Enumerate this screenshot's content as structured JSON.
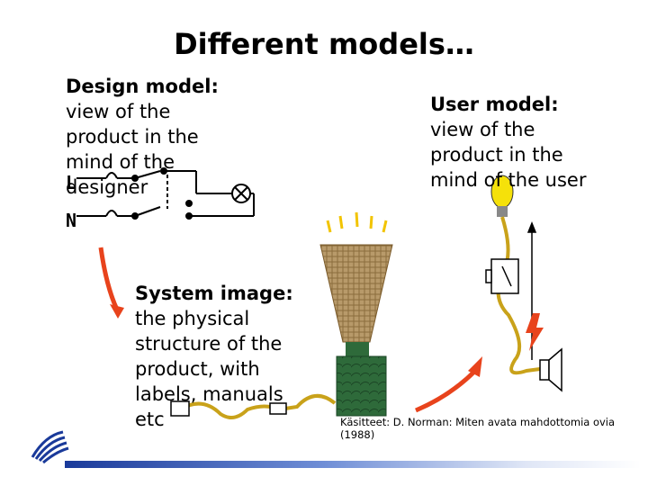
{
  "slide": {
    "title": "Different models…",
    "design_model": {
      "heading": "Design model:",
      "lines": [
        "view of the",
        "product in the",
        "mind of the",
        "designer"
      ]
    },
    "user_model": {
      "heading": "User model:",
      "lines": [
        "view of the",
        "product in the",
        "mind of the user"
      ]
    },
    "system_image": {
      "heading": "System image:",
      "lines": [
        "the physical",
        "structure of the",
        "product, with",
        "labels, manuals",
        "etc"
      ]
    },
    "circuit_labels": {
      "l": "L",
      "n": "N"
    },
    "credit": "Käsitteet: D. Norman: Miten avata mahdottomia ovia (1988)"
  },
  "icons": [
    "circuit-diagram-icon",
    "lamp-icon",
    "switch-icon",
    "speaker-icon",
    "lightning-icon",
    "arrow-icon",
    "logo-icon"
  ],
  "colors": {
    "arrow": "#e8431c",
    "cable": "#c9a21a",
    "lamp_shade": "#b89a6a",
    "lamp_base": "#2e6a3a",
    "bulb": "#f5e10a"
  }
}
